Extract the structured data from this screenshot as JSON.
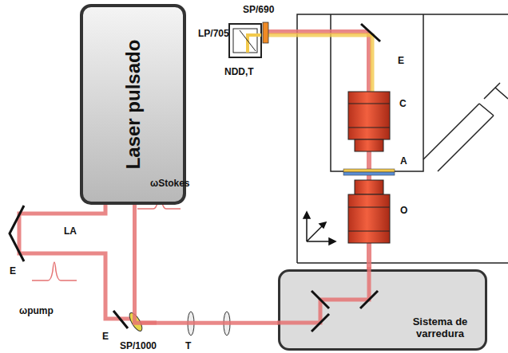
{
  "diagram": {
    "nodes": [
      {
        "text": [
          "Laser pulsado"
        ]
      },
      {
        "text": [
          "Sistema de varredura"
        ]
      }
    ],
    "edges": [
      {
        "from": 0,
        "to": 1,
        "arrow": "none"
      }
    ],
    "labels": [
      "ωStokes",
      "LA",
      "E",
      "ωpump",
      "E",
      "SP/1000",
      "T",
      "SP/690",
      "LP/705",
      "NDD,T",
      "E",
      "C",
      "A",
      "O"
    ]
  }
}
